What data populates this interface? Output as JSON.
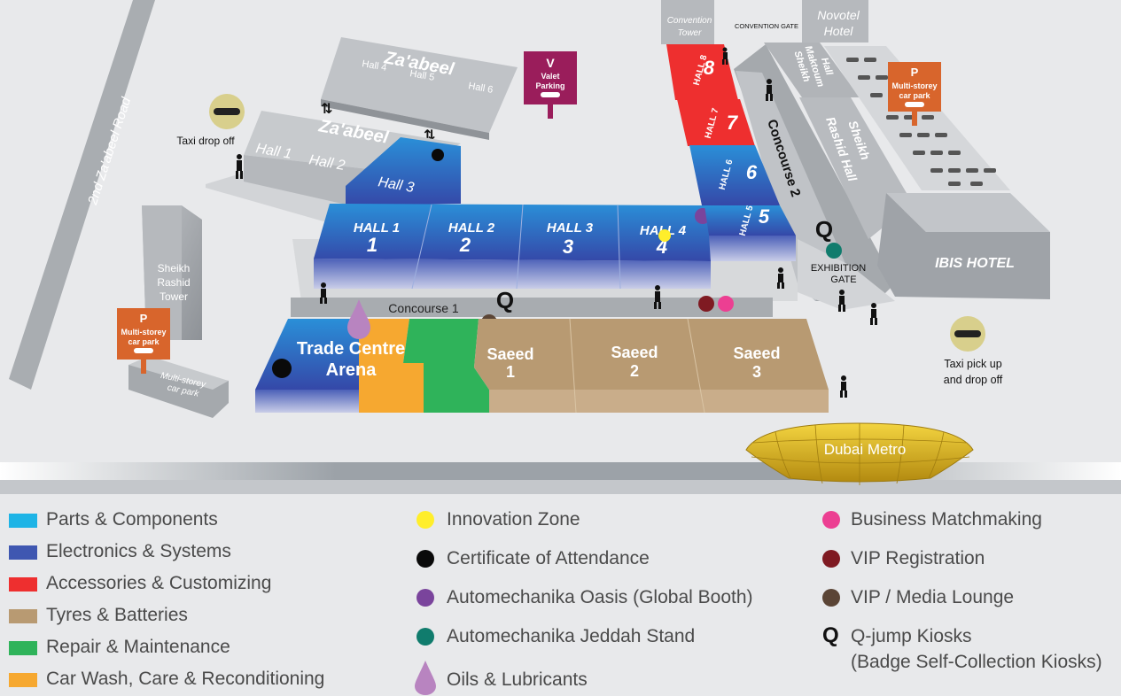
{
  "map": {
    "roads": {
      "zaabeel_road": "2nd Za'abeel Road"
    },
    "buildings": {
      "zaabeel_upper_title": "Za'abeel",
      "zaabeel_upper_halls": [
        "Hall 4",
        "Hall 5",
        "Hall 6"
      ],
      "zaabeel_lower_title": "Za'abeel",
      "zaabeel_lower_halls": [
        "Hall 1",
        "Hall 2",
        "Hall 3"
      ],
      "main_halls": [
        "HALL 1",
        "HALL 2",
        "HALL 3",
        "HALL 4"
      ],
      "right_halls": [
        "HALL 5",
        "HALL 6",
        "HALL 7",
        "HALL 8"
      ],
      "arena": [
        "Trade Centre",
        "Arena"
      ],
      "saeed": [
        [
          "Saeed",
          "1"
        ],
        [
          "Saeed",
          "2"
        ],
        [
          "Saeed",
          "3"
        ]
      ],
      "sheikh_rashid_tower": [
        "Sheikh",
        "Rashid",
        "Tower"
      ],
      "convention_tower": [
        "Convention",
        "Tower"
      ],
      "convention_gate": "CONVENTION GATE",
      "novotel": [
        "Novotel",
        "Hotel"
      ],
      "maktoum_hall": [
        "Sheikh",
        "Maktoum",
        "Hall"
      ],
      "rashid_hall": [
        "Sheikh",
        "Rashid Hall"
      ],
      "ibis": "IBIS HOTEL",
      "metro": "Dubai Metro",
      "concourse1": "Concourse 1",
      "concourse2": "Concourse 2",
      "exhibition_gate": [
        "EXHIBITION",
        "GATE"
      ]
    },
    "signs": {
      "taxi_drop": "Taxi drop off",
      "taxi_pickup": [
        "Taxi pick up",
        "and drop off"
      ],
      "valet": {
        "letter": "V",
        "lines": [
          "Valet",
          "Parking"
        ]
      },
      "parking_left": {
        "letter": "P",
        "lines": [
          "Multi-storey",
          "car park"
        ]
      },
      "parking_right": {
        "letter": "P",
        "lines": [
          "Multi-storey",
          "car park"
        ]
      },
      "parking_building": [
        "Multi-storey",
        "car park"
      ],
      "q": "Q"
    },
    "colors": {
      "parts": "#1eb4e6",
      "electronics": "#3f57b1",
      "accessories": "#ee2f2f",
      "tyres": "#b89a72",
      "repair": "#2fb35a",
      "carwash": "#f6a830",
      "innovation": "#ffee2b",
      "certificate": "#0a0a0a",
      "oasis": "#7a449c",
      "jeddah": "#107c6d",
      "matchmaking": "#ec3f92",
      "vip_reg": "#7f1a22",
      "vip_lounge": "#5b4536",
      "oils": "#b884c0"
    }
  },
  "legend": {
    "col1": [
      {
        "label": "Parts & Components",
        "color": "#1eb4e6"
      },
      {
        "label": "Electronics & Systems",
        "color": "#3f57b1"
      },
      {
        "label": "Accessories & Customizing",
        "color": "#ee2f2f"
      },
      {
        "label": "Tyres & Batteries",
        "color": "#b89a72"
      },
      {
        "label": "Repair & Maintenance",
        "color": "#2fb35a"
      },
      {
        "label": "Car Wash, Care & Reconditioning",
        "color": "#f6a830"
      }
    ],
    "col2": [
      {
        "label": "Innovation Zone",
        "color": "#ffee2b"
      },
      {
        "label": "Certificate of Attendance",
        "color": "#0a0a0a"
      },
      {
        "label": "Automechanika Oasis (Global Booth)",
        "color": "#7a449c"
      },
      {
        "label": "Automechanika Jeddah Stand",
        "color": "#107c6d"
      },
      {
        "label": "Oils & Lubricants",
        "color": "#b884c0"
      }
    ],
    "col3": [
      {
        "label": "Business Matchmaking",
        "color": "#ec3f92"
      },
      {
        "label": "VIP Registration",
        "color": "#7f1a22"
      },
      {
        "label": "VIP / Media Lounge",
        "color": "#5b4536"
      }
    ],
    "q_symbol": "Q",
    "q_label1": "Q-jump Kiosks",
    "q_label2": "(Badge Self-Collection Kiosks)"
  }
}
